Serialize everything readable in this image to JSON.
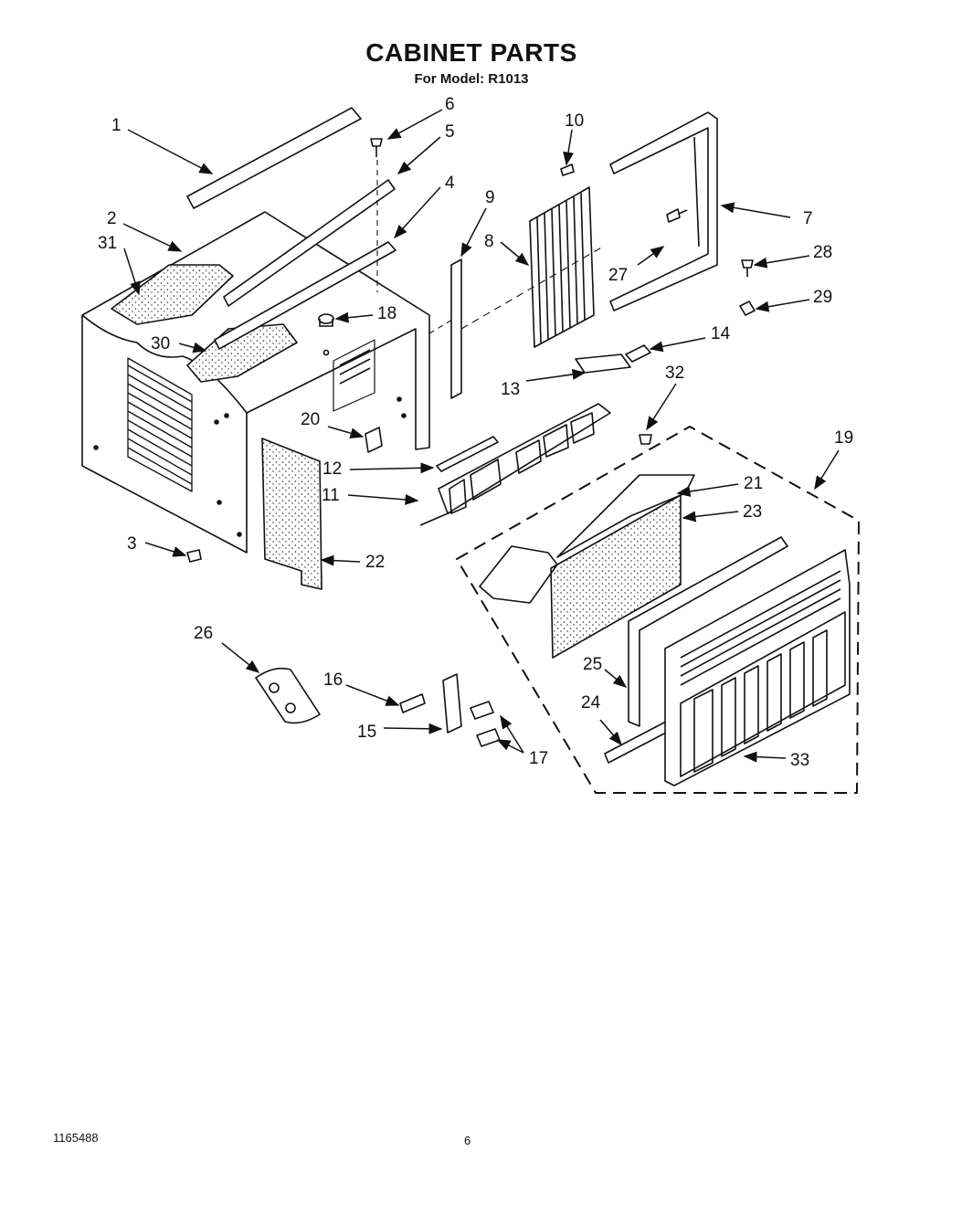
{
  "header": {
    "title": "CABINET PARTS",
    "subtitle": "For Model: R1013"
  },
  "footer": {
    "doc_number": "1165488",
    "page_number": "6"
  },
  "callouts": [
    "1",
    "2",
    "3",
    "4",
    "5",
    "6",
    "7",
    "8",
    "9",
    "10",
    "11",
    "12",
    "13",
    "14",
    "15",
    "16",
    "17",
    "18",
    "19",
    "20",
    "21",
    "22",
    "23",
    "24",
    "25",
    "26",
    "27",
    "28",
    "29",
    "30",
    "31",
    "32",
    "33"
  ]
}
